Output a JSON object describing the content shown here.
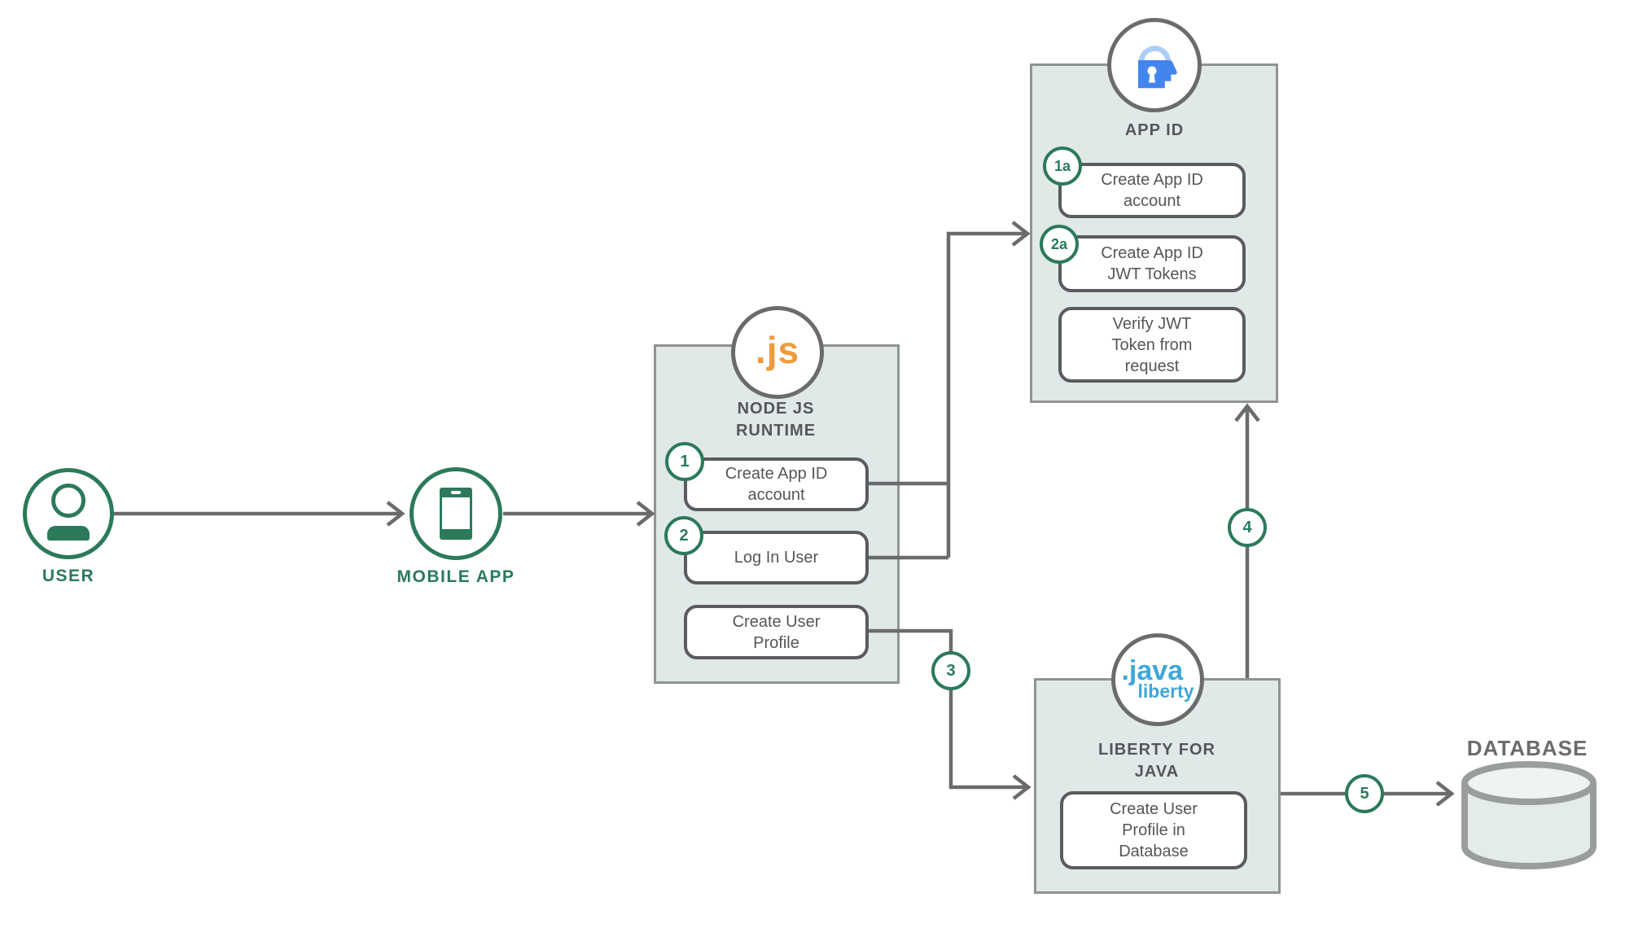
{
  "title": "App ID authentication architecture flow",
  "colors": {
    "accent_green": "#2b7a5a",
    "line_grey": "#6a6b6d",
    "panel_fill": "#e0e9e8",
    "panel_border": "#909394",
    "box_border": "#5a5b5e",
    "text_grey": "#55565a",
    "nodejs_orange": "#ee9b3e",
    "liberty_blue": "#3fa7d9",
    "appid_blue": "#4285ec",
    "appid_blue_light": "#abcdf6",
    "db_fill": "#e3ecea",
    "db_fill_top": "#eef4f2",
    "db_border": "#9a9d9e"
  },
  "icons": {
    "user": "person-silhouette-in-circle",
    "mobile_app": "smartphone-in-circle",
    "node_runtime": "nodejs-js-text-logo",
    "app_id": "blue-lock-face-profile",
    "liberty": "java-liberty-text-logo",
    "database": "grey-cylinder"
  },
  "nodes": {
    "user": {
      "label": "USER"
    },
    "mobile_app": {
      "label": "MOBILE APP"
    },
    "node_runtime": {
      "title": "NODE JS\nRUNTIME",
      "logo_text": ".js",
      "steps": [
        {
          "badge": "1",
          "label": "Create App ID\naccount"
        },
        {
          "badge": "2",
          "label": "Log In User"
        },
        {
          "badge": "",
          "label": "Create User\nProfile"
        }
      ]
    },
    "app_id": {
      "title": "APP ID",
      "steps": [
        {
          "badge": "1a",
          "label": "Create App ID\naccount"
        },
        {
          "badge": "2a",
          "label": "Create App ID\nJWT Tokens"
        },
        {
          "badge": "",
          "label": "Verify JWT\nToken from\nrequest"
        }
      ]
    },
    "liberty": {
      "title": "LIBERTY FOR\nJAVA",
      "logo_text_top": ".java",
      "logo_text_bottom": "liberty",
      "steps": [
        {
          "badge": "",
          "label": "Create User\nProfile in\nDatabase"
        }
      ]
    },
    "database": {
      "label": "DATABASE"
    }
  },
  "edge_badges": {
    "profile_to_liberty": "3",
    "liberty_to_appid": "4",
    "liberty_to_database": "5"
  }
}
